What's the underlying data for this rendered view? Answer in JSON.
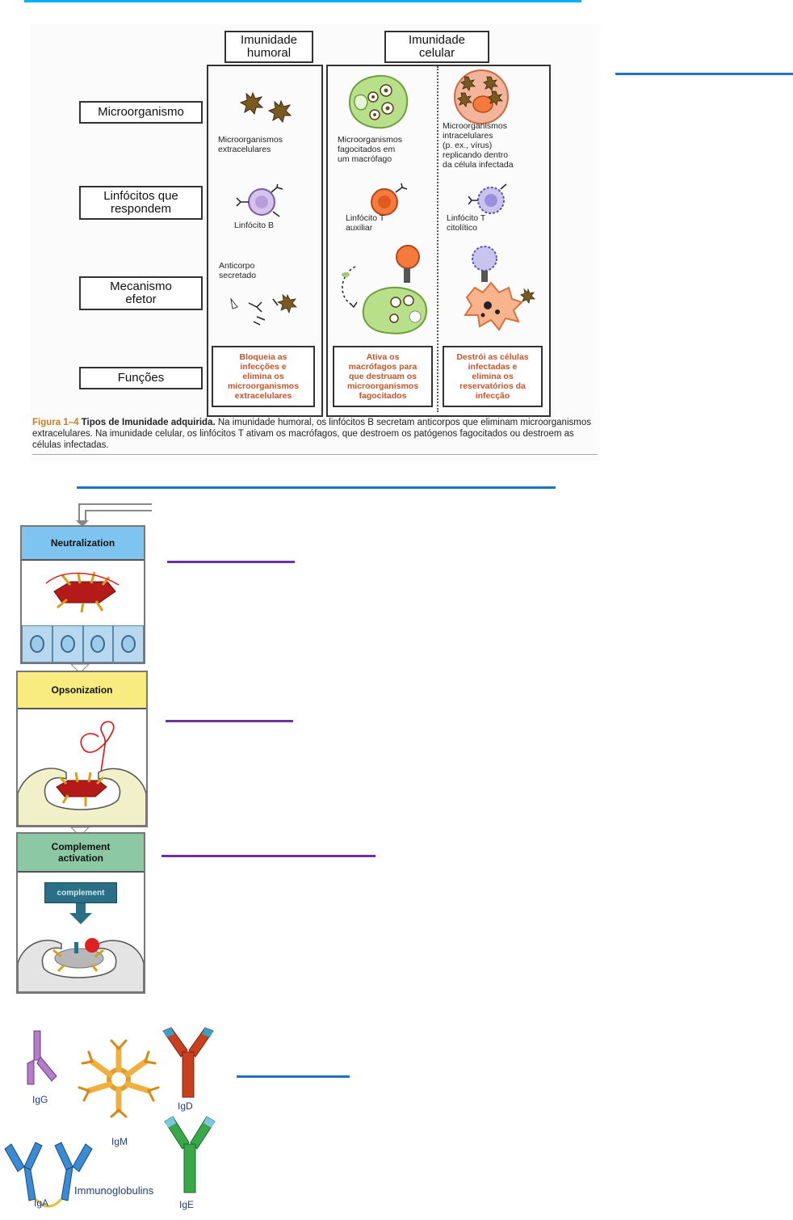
{
  "colors": {
    "accent_blue": "#1e73c8",
    "divider_cyan": "#00b0f0",
    "underline_purple": "#7030a0",
    "function_text": "#c2542a"
  },
  "figure": {
    "col_headers": [
      "Imunidade\nhumoral",
      "Imunidade\ncelular"
    ],
    "row_labels": [
      "Microorganismo",
      "Linfócitos que\nrespondem",
      "Mecanismo\nefetor",
      "Funções"
    ],
    "micro_captions": [
      "Microorganismos\nextracelulares",
      "Microorganismos\nfagocitados em\num macrófago",
      "Microorganismos\nintracelulares\n(p. ex., vírus)\nreplicando dentro\nda célula infectada"
    ],
    "lymph_captions": [
      "Linfócito B",
      "Linfócito T\nauxiliar",
      "Linfócito T\ncitolítico"
    ],
    "effector_caption": "Anticorpo\nsecretado",
    "functions": [
      "Bloqueia as\ninfecções e\nelimina os\nmicroorganismos\nextracelulares",
      "Ativa os\nmacrófagos para\nque destruam os\nmicroorganismos\nfagocitados",
      "Destrói as células\ninfectadas e\nelimina os\nreservatórios da\ninfecção"
    ],
    "caption_label": "Figura 1–4",
    "caption_title": "Tipos de Imunidade adquirida.",
    "caption_text": " Na imunidade humoral, os linfócitos B secretam anticorpos que eliminam microorganismos extracelulares. Na imunidade celular, os linfócitos T ativam os macrófagos, que destroem os patógenos fagocitados ou destroem as células infectadas."
  },
  "mechanisms": {
    "neutralization": "Neutralization",
    "opsonization": "Opsonization",
    "complement_title": "Complement\nactivation",
    "complement_box": "complement"
  },
  "immunoglobulins": {
    "labels": [
      "IgG",
      "IgM",
      "IgD",
      "IgA",
      "IgE"
    ],
    "title": "Immunoglobulins"
  }
}
